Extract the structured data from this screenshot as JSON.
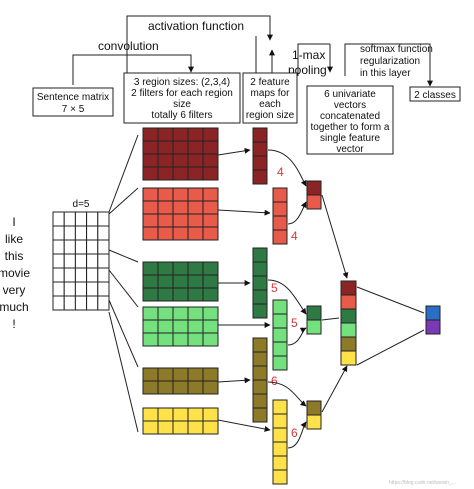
{
  "header": {
    "activation_function": "activation function",
    "convolution": "convolution",
    "one_max_pooling": [
      "1-max",
      "pooling"
    ],
    "softmax": [
      "softmax function",
      "regularization",
      "in this layer"
    ]
  },
  "boxes": {
    "sentence_matrix": [
      "Sentence matrix",
      "7 × 5"
    ],
    "region_sizes": [
      "3 region sizes: (2,3,4)",
      "2 filters for each region",
      "size",
      "totally 6 filters"
    ],
    "feature_maps": [
      "2 feature",
      "maps for",
      "each",
      "region size"
    ],
    "univariate": [
      "6 univariate",
      "vectors",
      "concatenated",
      "together to form a",
      "single feature",
      "vector"
    ],
    "classes": "2 classes"
  },
  "sentence": {
    "d_label": "d=5",
    "words": [
      "I",
      "like",
      "this",
      "movie",
      "very",
      "much",
      "!"
    ]
  },
  "feature_map_lengths": [
    "4",
    "4",
    "5",
    "5",
    "6",
    "6"
  ],
  "colors": {
    "dark_red": "#8b2525",
    "red": "#e85a4a",
    "dark_green": "#2f7a44",
    "light_green": "#74e07e",
    "olive": "#8c7a28",
    "yellow": "#ffe24a",
    "blue": "#2a6ec6",
    "purple": "#7a39b5"
  },
  "watermark": "https://blog.csdn.net/weixin_..."
}
